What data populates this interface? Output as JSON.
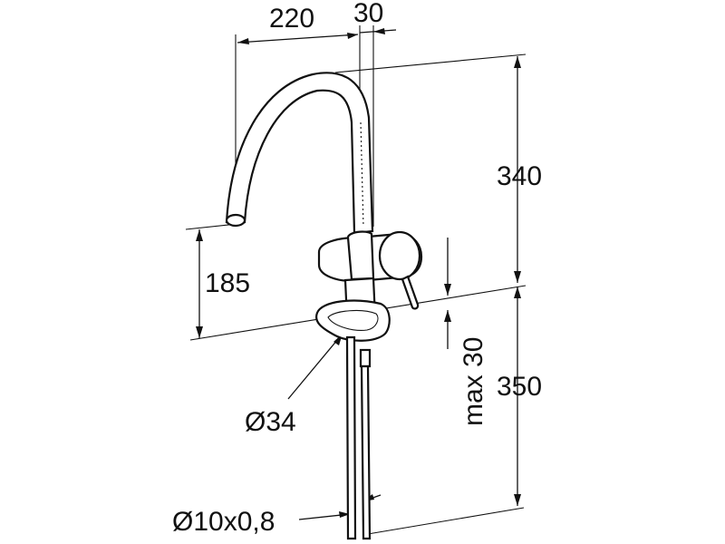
{
  "dimensions": {
    "spout_reach": "220",
    "spout_offset": "30",
    "overall_height": "340",
    "spout_height": "185",
    "below_deck_length": "350",
    "deck_thickness_max": "max 30",
    "hole_diameter": "Ø34",
    "pipe_spec": "Ø10x0,8"
  }
}
